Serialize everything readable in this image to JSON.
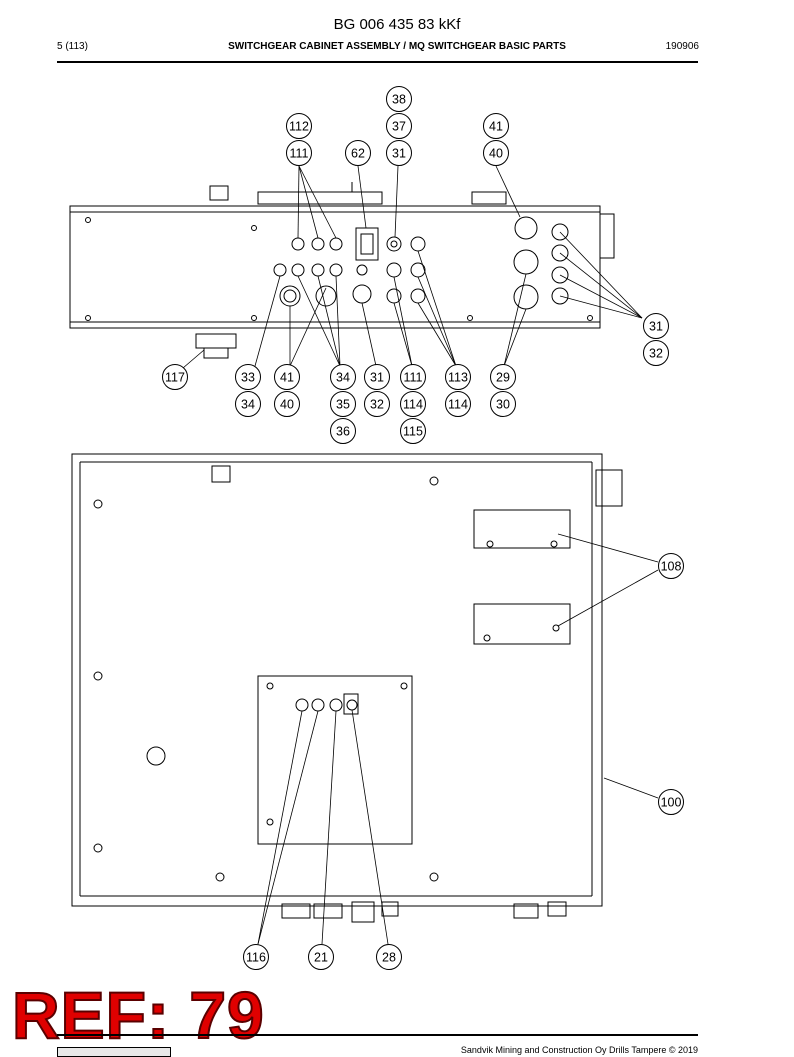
{
  "header": {
    "doc_number": "BG 006 435 83 kKf",
    "page": "5 (113)",
    "title": "SWITCHGEAR CABINET ASSEMBLY / MQ SWITCHGEAR BASIC PARTS",
    "date": "190906"
  },
  "callouts_top": [
    "38",
    "37",
    "31",
    "112",
    "111",
    "62",
    "41",
    "40",
    "31",
    "32",
    "117",
    "33",
    "34",
    "41",
    "40",
    "34",
    "35",
    "36",
    "31",
    "32",
    "111",
    "114",
    "115",
    "113",
    "114",
    "29",
    "30"
  ],
  "callouts_bottom": [
    "108",
    "100",
    "116",
    "21",
    "28"
  ],
  "stamp": "REF: 79",
  "footer": {
    "copyright": "Sandvik Mining and Construction Oy Drills Tampere © 2019"
  }
}
